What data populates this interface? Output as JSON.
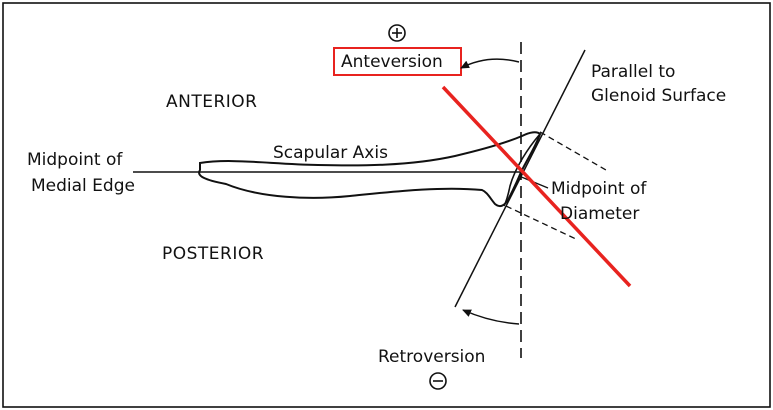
{
  "diagram": {
    "labels": {
      "anteversion": "Anteversion",
      "retroversion": "Retroversion",
      "anterior": "ANTERIOR",
      "posterior": "POSTERIOR",
      "parallel_line1": "Parallel to",
      "parallel_line2": "Glenoid Surface",
      "scapular_axis": "Scapular Axis",
      "medial_line1": "Midpoint of",
      "medial_line2": "Medial Edge",
      "diameter_line1": "Midpoint of",
      "diameter_line2": "Diameter"
    },
    "signs": {
      "plus": "+",
      "minus": "−"
    },
    "colors": {
      "highlight": "#e8231f",
      "ink": "#111111",
      "background": "#ffffff"
    }
  }
}
